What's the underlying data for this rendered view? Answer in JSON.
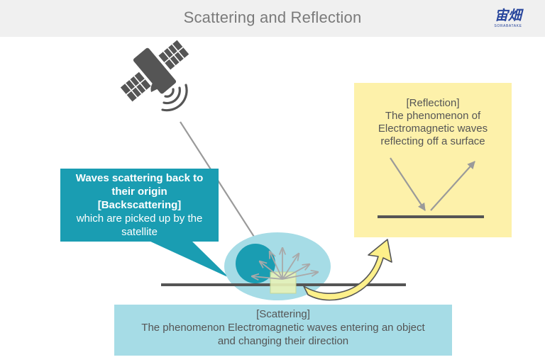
{
  "header": {
    "title": "Scattering and Reflection",
    "logo_text": "宙畑",
    "logo_subtext": "SORABATAKE"
  },
  "callout": {
    "lines_bold": [
      "Waves scattering back to",
      "their origin",
      "[Backscattering]"
    ],
    "lines_plain": [
      "which are picked up by the",
      "satellite"
    ]
  },
  "reflection": {
    "lines": [
      "[Reflection]",
      "The phenomenon of",
      "Electromagnetic waves",
      "reflecting off a surface"
    ]
  },
  "scattering": {
    "lines": [
      "[Scattering]",
      "The phenomenon Electromagnetic waves entering an object",
      "and changing their direction"
    ]
  },
  "colors": {
    "header_bg": "#f0f0f0",
    "teal": "#1a9db2",
    "light_teal": "#a6dce6",
    "yellow_box": "#fdf1aa",
    "yellow_arrow": "#fdf08a",
    "dark_gray": "#555555",
    "arrow_gray": "#a9a9a9"
  },
  "icons": {
    "satellite": "satellite-icon",
    "signal": "signal-waves-icon"
  }
}
